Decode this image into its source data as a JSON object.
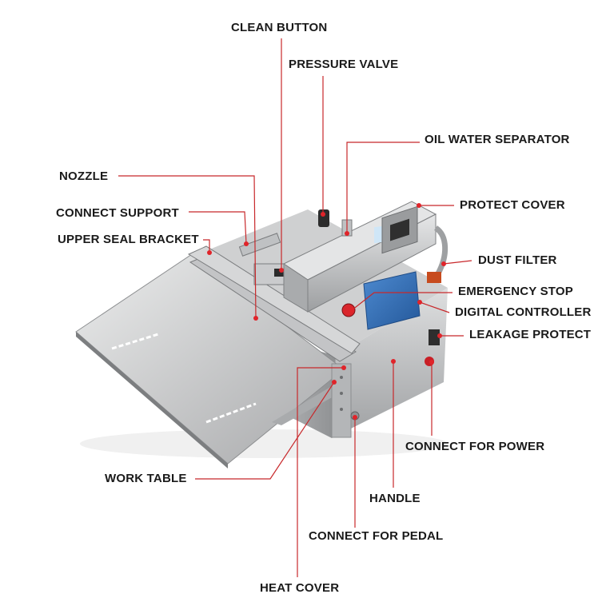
{
  "labels": {
    "clean_button": "CLEAN BUTTON",
    "pressure_valve": "PRESSURE VALVE",
    "oil_water_separator": "OIL WATER SEPARATOR",
    "nozzle": "NOZZLE",
    "connect_support": "CONNECT SUPPORT",
    "upper_seal_bracket": "UPPER SEAL BRACKET",
    "protect_cover": "PROTECT COVER",
    "dust_filter": "DUST FILTER",
    "emergency_stop": "EMERGENCY STOP",
    "digital_controller": "DIGITAL CONTROLLER",
    "leakage_protect": "LEAKAGE PROTECT",
    "connect_for_power": "CONNECT FOR POWER",
    "work_table": "WORK TABLE",
    "handle": "HANDLE",
    "connect_for_pedal": "CONNECT FOR PEDAL",
    "heat_cover": "HEAT COVER"
  },
  "colors": {
    "leader_line": "#c8282b",
    "marker_dot": "#e0242a",
    "steel_light": "#d9dadb",
    "steel_dark": "#8e9092",
    "controller_blue": "#2f6db5",
    "label_text": "#1a1a1a"
  }
}
